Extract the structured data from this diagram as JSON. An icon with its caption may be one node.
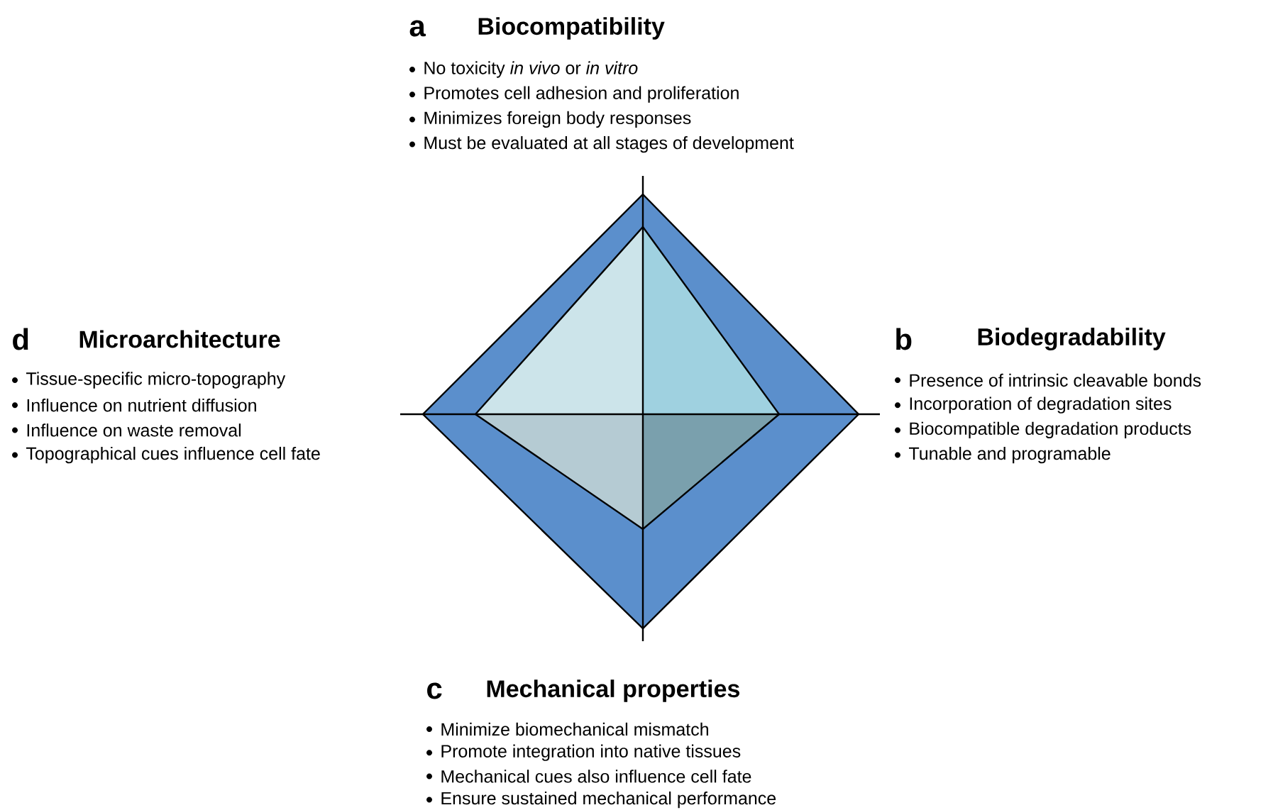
{
  "diagram": {
    "labels": [
      "a",
      "Biocompatibility",
      "No toxicity *in vivo* or *in vitro*",
      "Promotes cell adhesion and proliferation",
      "Minimizes foreign body responses",
      "Must be evaluated at all stages of development",
      "d",
      "Microarchitecture",
      "Tissue-specific micro-topography",
      "Influence on nutrient diffusion",
      "Influence on waste removal",
      "Topographical cues influence cell fate",
      "b",
      "Biodegradability",
      "Presence of intrinsic cleavable bonds",
      "Incorporation of degradation sites",
      "Biocompatible degradation products",
      "Tunable and programable",
      "c",
      "Mechanical properties",
      "Minimize biomechanical mismatch",
      "Promote integration into native tissues",
      "Mechanical cues also influence cell fate",
      "Ensure sustained mechanical performance"
    ]
  }
}
